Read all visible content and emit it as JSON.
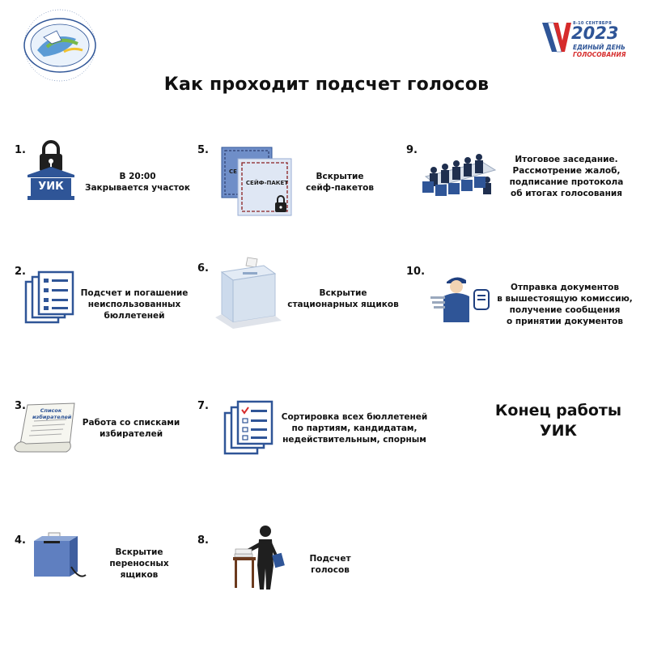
{
  "title": "Как проходит подсчет голосов",
  "logo_right": {
    "year": "2023",
    "line1": "ЕДИНЫЙ ДЕНЬ",
    "line2": "ГОЛОСОВАНИЯ",
    "dates": "8-10 СЕНТЯБРЯ"
  },
  "end_text": {
    "line1": "Конец работы",
    "line2": "УИК"
  },
  "steps": [
    {
      "num": "1.",
      "lines": [
        "В 20:00",
        "Закрывается участок"
      ],
      "icon": "lock-building-icon",
      "building_label": "УИК"
    },
    {
      "num": "2.",
      "lines": [
        "Подсчет и погашение",
        "неиспользованных",
        "бюллетеней"
      ],
      "icon": "ballots-stack-icon"
    },
    {
      "num": "3.",
      "lines": [
        "Работа со списками",
        "избирателей"
      ],
      "icon": "voter-list-scroll-icon",
      "scroll_label": "Список избирателей"
    },
    {
      "num": "4.",
      "lines": [
        "Вскрытие",
        "переносных ящиков"
      ],
      "icon": "portable-ballot-box-icon"
    },
    {
      "num": "5.",
      "lines": [
        "Вскрытие",
        "сейф-пакетов"
      ],
      "icon": "safe-package-icon",
      "package_label": "СЕЙФ-ПАКЕТ",
      "package_back_label": "СЕ"
    },
    {
      "num": "6.",
      "lines": [
        "Вскрытие",
        "стационарных ящиков"
      ],
      "icon": "stationary-ballot-box-icon"
    },
    {
      "num": "7.",
      "lines": [
        "Сортировка всех бюллетеней",
        "по партиям, кандидатам,",
        "недействительным, спорным"
      ],
      "icon": "sorting-ballots-icon"
    },
    {
      "num": "8.",
      "lines": [
        "Подсчет голосов"
      ],
      "icon": "person-counting-icon"
    },
    {
      "num": "9.",
      "lines": [
        "Итоговое заседание.",
        "Рассмотрение жалоб,",
        "подписание протокола",
        "об итогах голосования"
      ],
      "icon": "meeting-table-icon"
    },
    {
      "num": "10.",
      "lines": [
        "Отправка документов",
        "в вышестоящую комиссию,",
        "получение сообщения",
        "о принятии документов"
      ],
      "icon": "courier-icon"
    }
  ],
  "colors": {
    "blue": "#2f5597",
    "light_blue": "#7e9fd1",
    "dark": "#1f1f1f",
    "red": "#d62b2b"
  }
}
